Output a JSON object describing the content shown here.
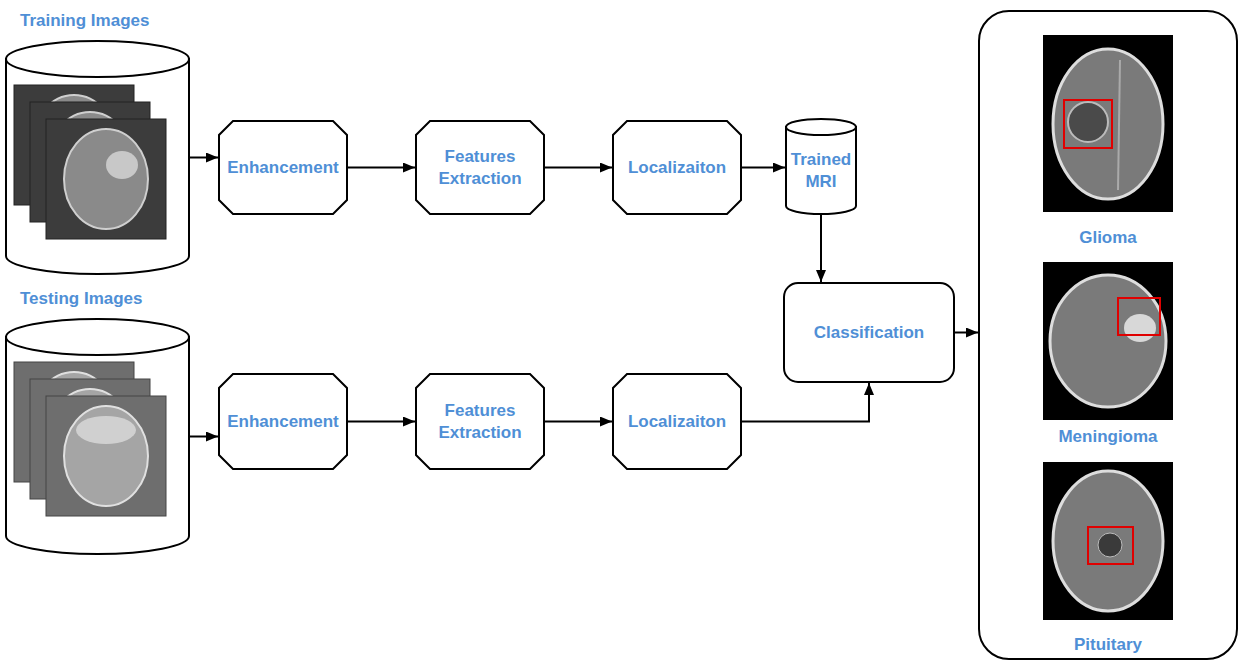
{
  "diagram": {
    "nodes": [
      {
        "text": [
          "Training Images"
        ]
      },
      {
        "text": [
          "Enhancement"
        ]
      },
      {
        "text": [
          "Features Extraction"
        ]
      },
      {
        "text": [
          "Localizaiton"
        ]
      },
      {
        "text": [
          "Trained MRI"
        ]
      },
      {
        "text": [
          "Testing Images"
        ]
      },
      {
        "text": [
          "Enhancement"
        ]
      },
      {
        "text": [
          "Features Extraction"
        ]
      },
      {
        "text": [
          "Localizaiton"
        ]
      },
      {
        "text": [
          "Classification"
        ]
      },
      {
        "text": [
          "Glioma",
          "Meningioma",
          "Pituitary"
        ]
      }
    ],
    "edges": [
      {
        "from": 0,
        "to": 1,
        "arrow": "to"
      },
      {
        "from": 1,
        "to": 2,
        "arrow": "to"
      },
      {
        "from": 2,
        "to": 3,
        "arrow": "to"
      },
      {
        "from": 3,
        "to": 4,
        "arrow": "to"
      },
      {
        "from": 4,
        "to": 9,
        "arrow": "to"
      },
      {
        "from": 5,
        "to": 6,
        "arrow": "to"
      },
      {
        "from": 6,
        "to": 7,
        "arrow": "to"
      },
      {
        "from": 7,
        "to": 8,
        "arrow": "to"
      },
      {
        "from": 8,
        "to": 9,
        "arrow": "to"
      },
      {
        "from": 9,
        "to": 10,
        "arrow": "to"
      }
    ]
  }
}
